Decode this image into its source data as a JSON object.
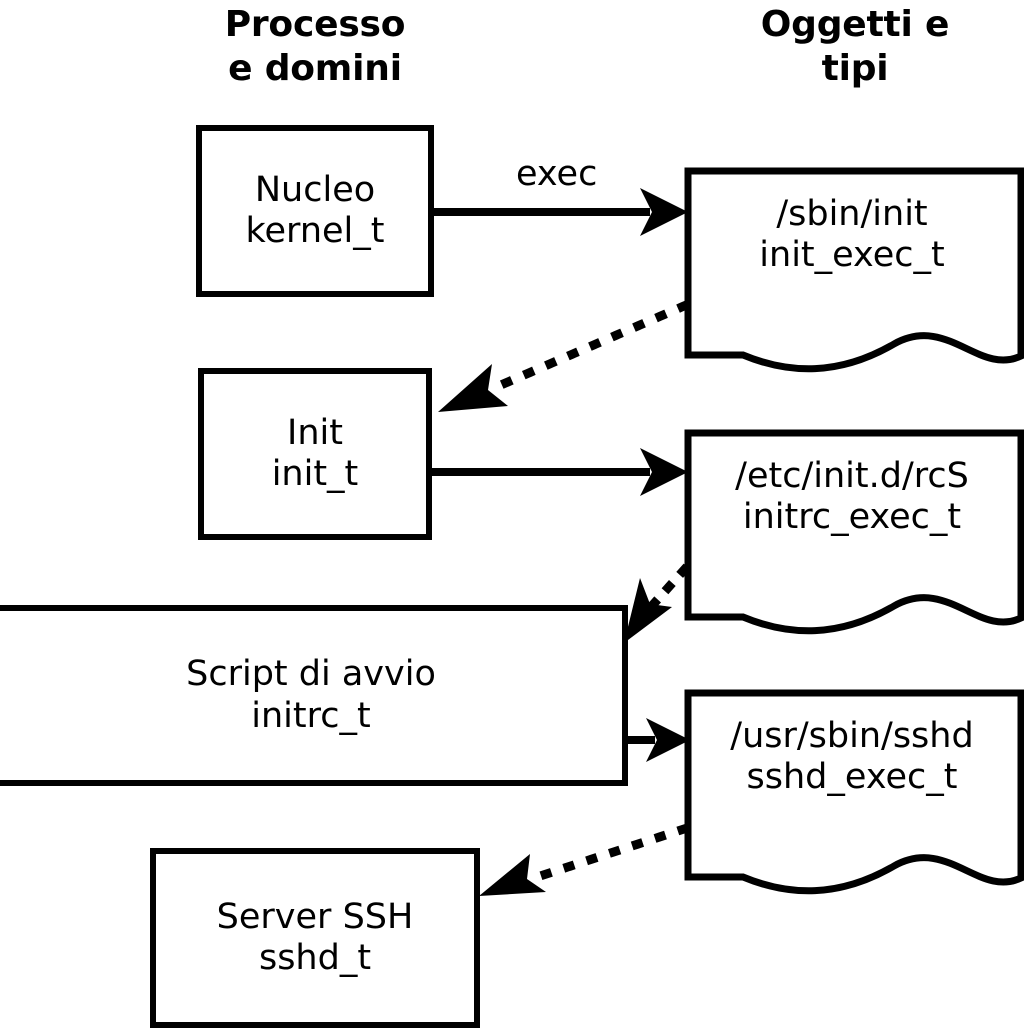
{
  "diagram": {
    "title": "SELinux process / object type transition diagram",
    "headers": {
      "left": "Processo\ne domini",
      "right": "Oggetti e\ntipi"
    },
    "colors": {
      "stroke": "#000000",
      "fill": "#ffffff",
      "background": "#ffffff"
    },
    "process_boxes": [
      {
        "id": "kernel",
        "name": "Nucleo",
        "type": "kernel_t"
      },
      {
        "id": "init",
        "name": "Init",
        "type": "init_t"
      },
      {
        "id": "initrc",
        "name": "Script di avvio",
        "type": "initrc_t"
      },
      {
        "id": "sshd",
        "name": "Server SSH",
        "type": "sshd_t"
      }
    ],
    "object_docs": [
      {
        "id": "init_exec",
        "path": "/sbin/init",
        "type": "init_exec_t"
      },
      {
        "id": "initrc_exec",
        "path": "/etc/init.d/rcS",
        "type": "initrc_exec_t"
      },
      {
        "id": "sshd_exec",
        "path": "/usr/sbin/sshd",
        "type": "sshd_exec_t"
      }
    ],
    "edges": [
      {
        "id": "kernel-exec-init_exec",
        "from": "kernel",
        "to": "init_exec",
        "style": "solid",
        "label": "exec"
      },
      {
        "id": "init_exec-to-init",
        "from": "init_exec",
        "to": "init",
        "style": "dotted",
        "label": ""
      },
      {
        "id": "init-to-initrc_exec",
        "from": "init",
        "to": "initrc_exec",
        "style": "solid",
        "label": ""
      },
      {
        "id": "initrc_exec-to-initrc",
        "from": "initrc_exec",
        "to": "initrc",
        "style": "dotted",
        "label": ""
      },
      {
        "id": "initrc-to-sshd_exec",
        "from": "initrc",
        "to": "sshd_exec",
        "style": "solid",
        "label": ""
      },
      {
        "id": "sshd_exec-to-sshd",
        "from": "sshd_exec",
        "to": "sshd",
        "style": "dotted",
        "label": ""
      }
    ]
  }
}
